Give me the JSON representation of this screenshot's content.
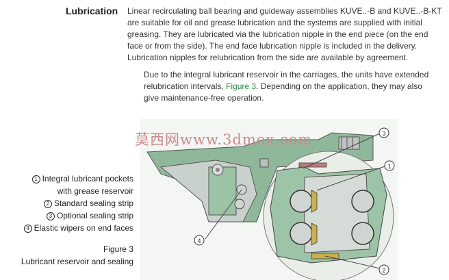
{
  "section": {
    "heading": "Lubrication",
    "para1": "Linear recirculating ball bearing and guideway assemblies KUVE..-B and KUVE..-B-KT are suitable for oil and grease lubrication and the systems are supplied with initial greasing. They are lubricated via the lubrication nipple in the end piece (on the end face or from the side). The end face lubrication nipple is included in the delivery. Lubrication nipples for relubrication from the side are available by agreement.",
    "para2_before": "Due to the integral lubricant reservoir in the carriages, the units have extended relubrication intervals,",
    "para2_link": "Figure 3",
    "para2_after": ". Depending on the application, they may also give maintenance-free operation."
  },
  "legend": [
    {
      "num": "1",
      "line1": "Integral lubricant pockets",
      "line2": "with grease reservoir"
    },
    {
      "num": "2",
      "line1": "Standard sealing strip"
    },
    {
      "num": "3",
      "line1": "Optional sealing strip"
    },
    {
      "num": "4",
      "line1": "Elastic wipers on end faces"
    }
  ],
  "caption": {
    "title": "Figure 3",
    "text": "Lubricant reservoir and sealing"
  },
  "figure": {
    "callouts": [
      "1",
      "2",
      "3",
      "4"
    ]
  },
  "watermark": "莫西网www.3dmox.com"
}
